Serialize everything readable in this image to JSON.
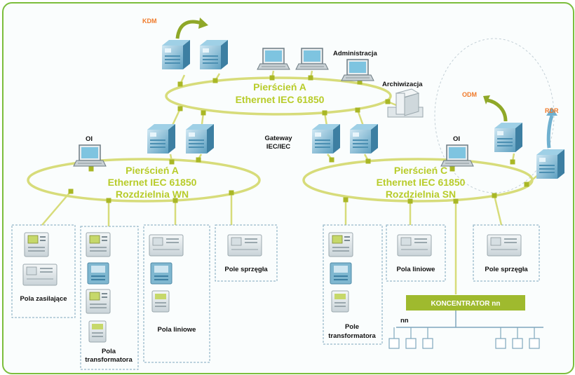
{
  "rings": {
    "a_top": {
      "line1": "Pierścień A",
      "line2": "Ethernet IEC 61850"
    },
    "a_wn": {
      "line1": "Pierścień A",
      "line2": "Ethernet IEC 61850",
      "line3": "Rozdzielnia WN"
    },
    "c_sn": {
      "line1": "Pierścień C",
      "line2": "Ethernet IEC 61850",
      "line3": "Rozdzielnia SN"
    }
  },
  "labels": {
    "kdm": "KDM",
    "odm": "ODM",
    "rdr": "RDR",
    "administracja": "Administracja",
    "archiwizacja": "Archiwizacja",
    "gateway_line1": "Gateway",
    "gateway_line2": "IEC/IEC",
    "oi_left": "OI",
    "oi_right": "OI",
    "nn": "nn"
  },
  "bays": {
    "pola_zasilajace": "Pola zasilające",
    "pola_transformatora_line1": "Pola",
    "pola_transformatora_line2": "transformatora",
    "pola_liniowe_wn": "Pola liniowe",
    "pole_sprzegla_wn": "Pole sprzęgła",
    "pole_transformatora_line1": "Pole",
    "pole_transformatora_line2": "transformatora",
    "pola_liniowe_sn": "Pola liniowe",
    "pole_sprzegla_sn": "Pole sprzęgła"
  },
  "koncentrator": "KONCENTRATOR nn",
  "colors": {
    "ring": "#d7dc7a",
    "ring_label": "#b8cc2a",
    "node": "#a9b726",
    "accent_orange": "#f07a2a",
    "koncentrator": "#9fba2e",
    "frame": "#7cbe3c",
    "device": "#6fb0cf"
  }
}
